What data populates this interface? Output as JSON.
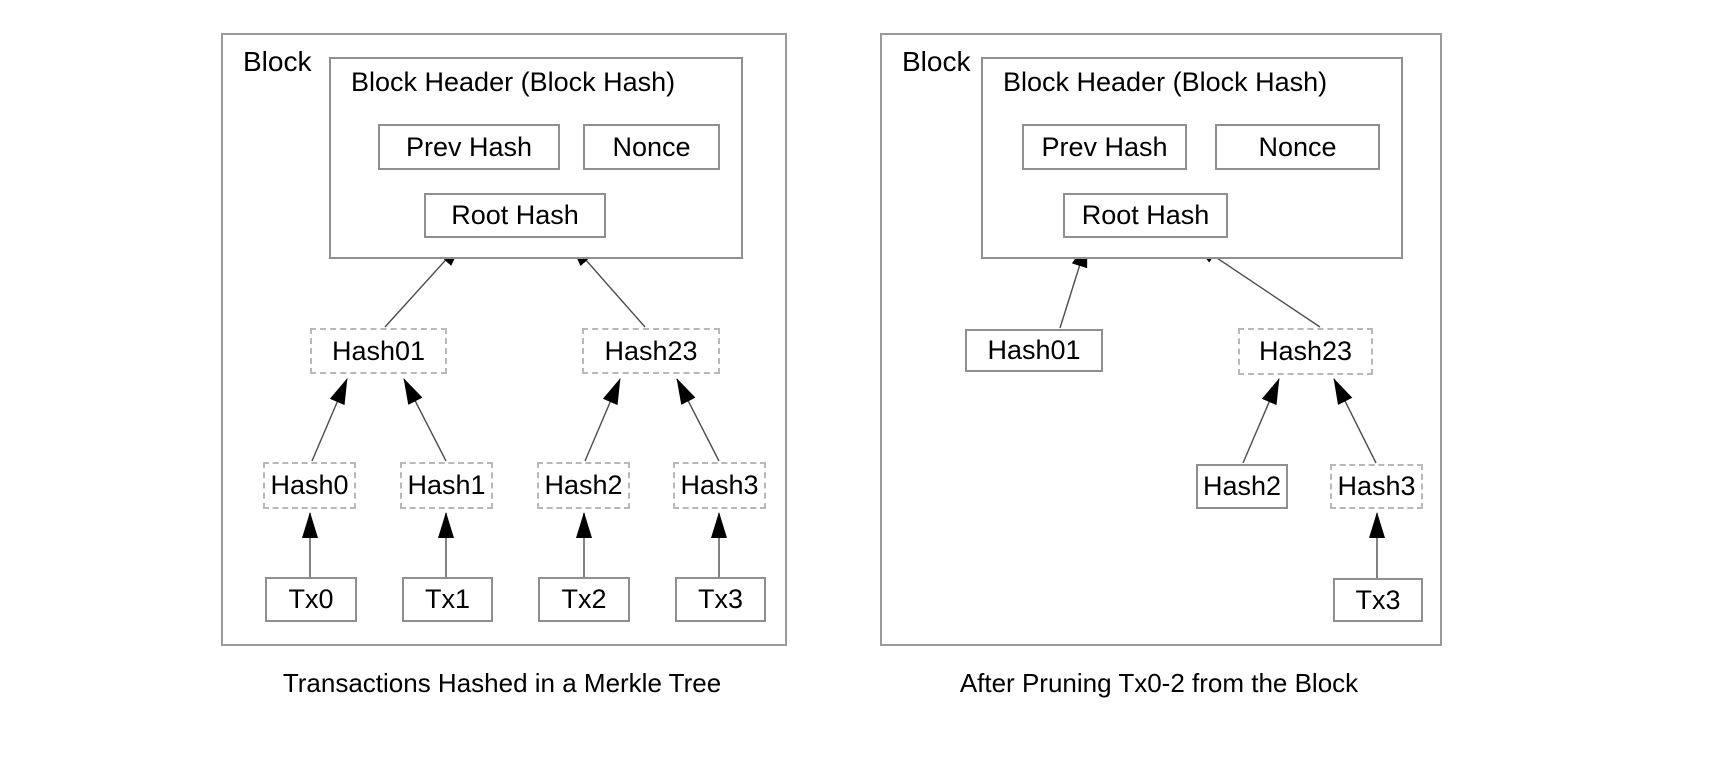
{
  "figure": {
    "left_panel": {
      "block_label": "Block",
      "header_title": "Block Header (Block Hash)",
      "prev_hash": "Prev Hash",
      "nonce": "Nonce",
      "root_hash": "Root Hash",
      "hash01": "Hash01",
      "hash23": "Hash23",
      "hash0": "Hash0",
      "hash1": "Hash1",
      "hash2": "Hash2",
      "hash3": "Hash3",
      "tx0": "Tx0",
      "tx1": "Tx1",
      "tx2": "Tx2",
      "tx3": "Tx3",
      "caption": "Transactions Hashed in a Merkle Tree",
      "edges": [
        "Tx0 -> Hash0",
        "Tx1 -> Hash1",
        "Tx2 -> Hash2",
        "Tx3 -> Hash3",
        "Hash0 -> Hash01",
        "Hash1 -> Hash01",
        "Hash2 -> Hash23",
        "Hash3 -> Hash23",
        "Hash01 -> Root Hash",
        "Hash23 -> Root Hash"
      ]
    },
    "right_panel": {
      "block_label": "Block",
      "header_title": "Block Header (Block Hash)",
      "prev_hash": "Prev Hash",
      "nonce": "Nonce",
      "root_hash": "Root Hash",
      "hash01": "Hash01",
      "hash23": "Hash23",
      "hash2": "Hash2",
      "hash3": "Hash3",
      "tx3": "Tx3",
      "caption": "After Pruning Tx0-2 from the Block",
      "edges": [
        "Tx3 -> Hash3",
        "Hash2 -> Hash23",
        "Hash3 -> Hash23",
        "Hash01 -> Root Hash",
        "Hash23 -> Root Hash"
      ]
    },
    "colors": {
      "background": "#ffffff",
      "solid_box_border": "#8f8f8f",
      "dashed_box_border": "#b8b8b8",
      "connector_line": "#4d4d4d",
      "arrowhead": "#000000",
      "text": "#000000"
    }
  }
}
